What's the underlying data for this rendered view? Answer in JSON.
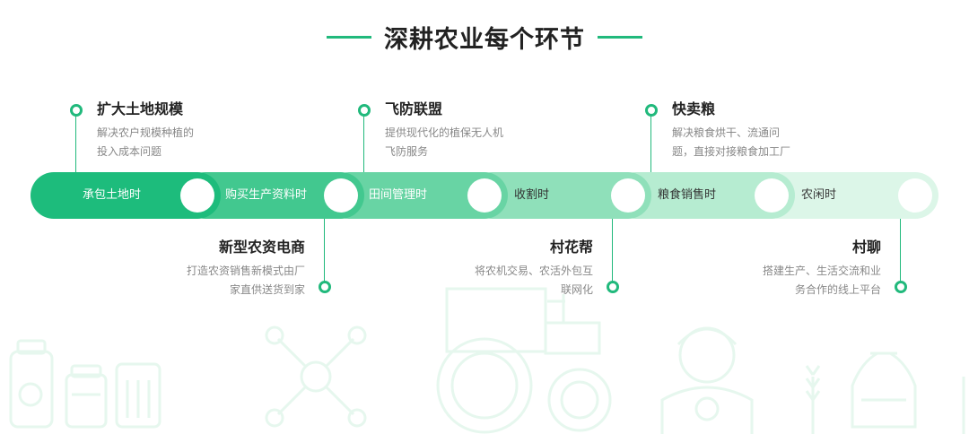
{
  "title": "深耕农业每个环节",
  "colors": {
    "accent": "#21b97c",
    "segments": [
      "#1dbc7c",
      "#42c88f",
      "#68d4a4",
      "#8fe0ba",
      "#b6ecd1",
      "#dcf6e8"
    ]
  },
  "segments": [
    {
      "label": "承包土地时"
    },
    {
      "label": "购买生产资料时"
    },
    {
      "label": "田间管理时"
    },
    {
      "label": "收割时"
    },
    {
      "label": "粮食销售时"
    },
    {
      "label": "农闲时"
    }
  ],
  "top_items": [
    {
      "title": "扩大土地规模",
      "desc_line1": "解决农户规模种植的",
      "desc_line2": "投入成本问题"
    },
    {
      "title": "飞防联盟",
      "desc_line1": "提供现代化的植保无人机",
      "desc_line2": "飞防服务"
    },
    {
      "title": "快卖粮",
      "desc_line1": "解决粮食烘干、流通问",
      "desc_line2": "题，直接对接粮食加工厂"
    }
  ],
  "bottom_items": [
    {
      "title": "新型农资电商",
      "desc_line1": "打造农资销售新模式由厂",
      "desc_line2": "家直供送货到家"
    },
    {
      "title": "村花帮",
      "desc_line1": "将农机交易、农活外包互",
      "desc_line2": "联网化"
    },
    {
      "title": "村聊",
      "desc_line1": "搭建生产、生活交流和业",
      "desc_line2": "务合作的线上平台"
    }
  ],
  "background_icons": [
    "jars-icon",
    "drone-icon",
    "tractor-icon",
    "farmer-icon",
    "wheat-icon",
    "sack-icon"
  ]
}
